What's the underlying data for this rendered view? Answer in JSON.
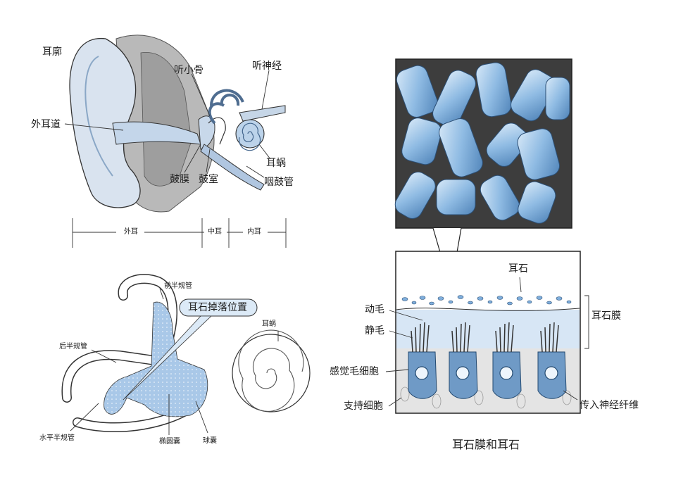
{
  "ear_anatomy": {
    "pinna": "耳廓",
    "ear_canal": "外耳道",
    "ossicles": "听小骨",
    "auditory_nerve": "听神经",
    "cochlea": "耳蜗",
    "eardrum": "鼓膜",
    "tympanic_cavity": "鼓室",
    "eustachian_tube": "咽鼓管",
    "outer_ear": "外耳",
    "middle_ear": "中耳",
    "inner_ear": "内耳"
  },
  "vestibule": {
    "anterior_canal": "前半规管",
    "posterior_canal": "后半规管",
    "horizontal_canal": "水平半规管",
    "otolith_fall_site": "耳石掉落位置",
    "cochlea": "耳蜗",
    "utricle": "椭圆囊",
    "saccule": "球囊"
  },
  "otolith_membrane": {
    "otoliths": "耳石",
    "kinocilium": "动毛",
    "stereocilia": "静毛",
    "hair_cell": "感觉毛细胞",
    "supporting_cell": "支持细胞",
    "otolithic_membrane": "耳石膜",
    "afferent_nerve": "传入神经纤维",
    "caption": "耳石膜和耳石"
  },
  "colors": {
    "accent_blue": "#a9c8e8",
    "crystal_blue": "#7faedc",
    "bone_gray": "#bdbdbd",
    "skin": "#d9e3ef"
  }
}
